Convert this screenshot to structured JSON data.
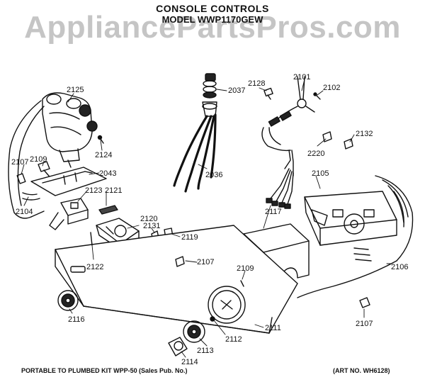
{
  "header": {
    "title": "CONSOLE CONTROLS",
    "model_line": "MODEL WWP1170GEW",
    "watermark": "AppliancePartsPros.com"
  },
  "parts": {
    "p2125": "2125",
    "p2037": "2037",
    "p2128": "2128",
    "p2101": "2101",
    "p2102": "2102",
    "p2124": "2124",
    "p2132": "2132",
    "p2107a": "2107",
    "p2109a": "2109",
    "p2043": "2043",
    "p2036": "2036",
    "p2220": "2220",
    "p2105": "2105",
    "p2123": "2123",
    "p2121": "2121",
    "p2104": "2104",
    "p2117": "2117",
    "p2120": "2120",
    "p2131": "2131",
    "p2119": "2119",
    "p2122": "2122",
    "p2107b": "2107",
    "p2109b": "2109",
    "p2106": "2106",
    "p2116": "2116",
    "p2111": "2111",
    "p2112": "2112",
    "p2113": "2113",
    "p2114": "2114",
    "p2107c": "2107"
  },
  "footer": {
    "kit_note": "PORTABLE TO PLUMBED KIT WPP-50",
    "sales_pub": "(Sales Pub. No.)",
    "art_no": "(ART NO. WH6128)"
  }
}
